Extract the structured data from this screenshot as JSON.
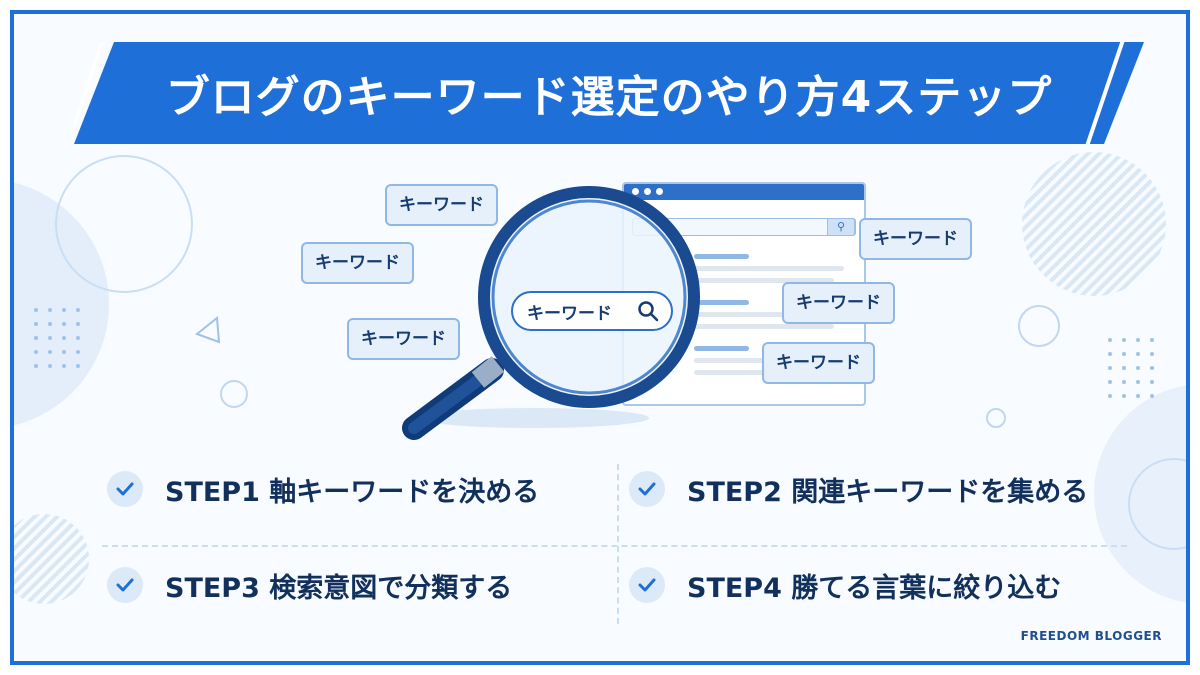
{
  "title": "ブログのキーワード選定のやり方4ステップ",
  "keyword_tags": [
    "キーワード",
    "キーワード",
    "キーワード",
    "キーワード",
    "キーワード",
    "キーワード"
  ],
  "lens_search_text": "キーワード",
  "steps": [
    {
      "label": "STEP1 軸キーワードを決める"
    },
    {
      "label": "STEP2 関連キーワードを集める"
    },
    {
      "label": "STEP3 検索意図で分類する"
    },
    {
      "label": "STEP4 勝てる言葉に絞り込む"
    }
  ],
  "brand": "FREEDOM BLOGGER",
  "colors": {
    "accent": "#1f6fd8",
    "dark_navy": "#12305c",
    "tag_bg": "#e6f0fb",
    "tag_border": "#8fb8e6",
    "check_bg": "#dce9f8"
  },
  "icons": {
    "check": "check-icon",
    "search": "search-icon",
    "magnifier": "magnifying-glass-icon"
  }
}
